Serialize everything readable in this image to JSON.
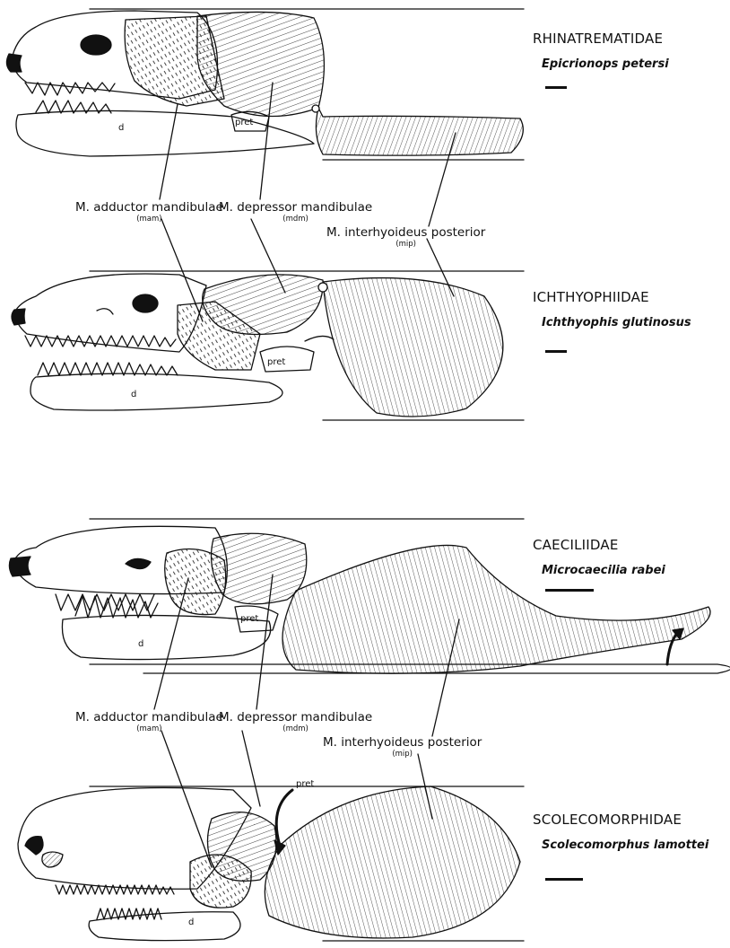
{
  "panels": [
    {
      "family": "RHINATREMATIDAE",
      "species": "Epicrionops petersi"
    },
    {
      "family": "ICHTHYOPHIIDAE",
      "species": "Ichthyophis glutinosus"
    },
    {
      "family": "CAECILIIDAE",
      "species": "Microcaecilia rabei"
    },
    {
      "family": "SCOLECOMORPHIDAE",
      "species": "Scolecomorphus lamottei"
    }
  ],
  "muscle_labels": {
    "adductor": "M. adductor mandibulae",
    "adductor_abbr": "(mam)",
    "depressor": "M. depressor mandibulae",
    "depressor_abbr": "(mdm)",
    "interhyoideus": "M. interhyoideus posterior",
    "interhyoideus_abbr": "(mip)"
  },
  "bone_labels": {
    "dentary": "d",
    "pretrematic": "pret"
  },
  "colors": {
    "ink": "#111111",
    "background": "#ffffff"
  }
}
